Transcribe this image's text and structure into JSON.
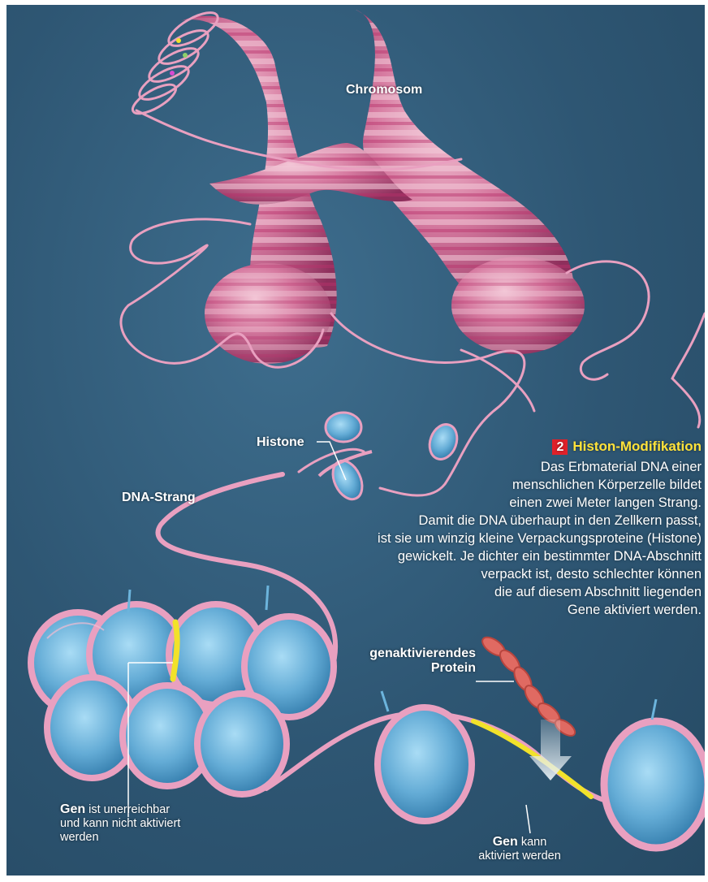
{
  "labels": {
    "chromosom": "Chromosom",
    "histone": "Histone",
    "dna_strang": "DNA-Strang",
    "protein_line1": "genaktivierendes",
    "protein_line2": "Protein",
    "gen_left_bold": "Gen",
    "gen_left_rest1": "ist unerreichbar",
    "gen_left_rest2": "und kann nicht aktiviert",
    "gen_left_rest3": "werden",
    "gen_right_bold": "Gen",
    "gen_right_rest1": "kann",
    "gen_right_rest2": "aktiviert werden"
  },
  "info": {
    "number": "2",
    "heading": "Histon-Modifikation",
    "body": "Das Erbmaterial DNA einer\nmenschlichen Körperzelle bildet\neinen zwei Meter langen Strang.\nDamit die DNA überhaupt in den Zellkern passt,\nist sie um winzig kleine Verpackungsproteine (Histone)\ngewickelt. Je dichter ein bestimmter DNA-Abschnitt\nverpackt ist, desto schlechter können\ndie auf diesem Abschnitt liegenden\nGene aktiviert werden."
  },
  "colors": {
    "background": "#2e5673",
    "dna": "#e9a0c0",
    "chromosome": "#d0608f",
    "histone": "#6cb4dc",
    "gene": "#f2e22a",
    "protein": "#e06a62",
    "heading": "#ffe23a",
    "badge": "#e0212a"
  }
}
